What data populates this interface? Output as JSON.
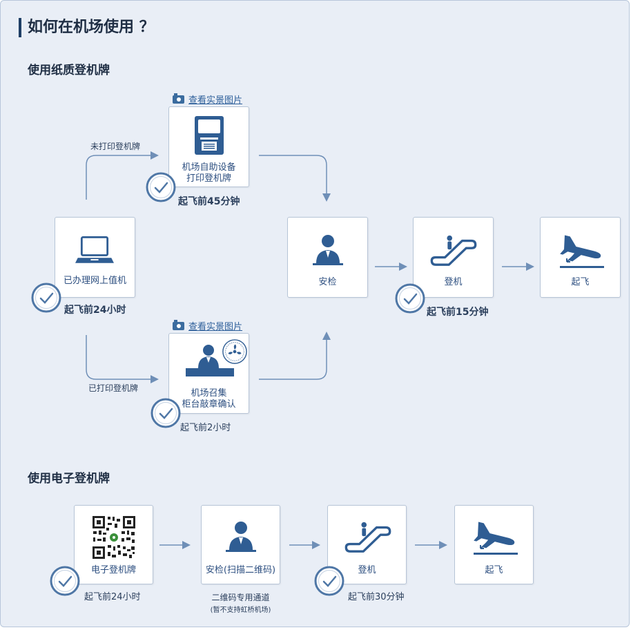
{
  "page_title": "如何在机场使用 ？",
  "paper_section": {
    "title": "使用纸质登机牌",
    "start": {
      "label": "已办理网上值机",
      "time": "起飞前24小时"
    },
    "branch_unprinted": {
      "label": "未打印登机牌",
      "photo_link": "查看实景图片",
      "card_line1": "机场自助设备",
      "card_line2": "打印登机牌",
      "time": "起飞前45分钟"
    },
    "branch_printed": {
      "label": "已打印登机牌",
      "photo_link": "查看实景图片",
      "card_line1": "机场召集",
      "card_line2": "柜台敲章确认",
      "time": "起飞前2小时"
    },
    "security": {
      "label": "安检"
    },
    "boarding": {
      "label": "登机",
      "time": "起飞前15分钟"
    },
    "takeoff": {
      "label": "起飞"
    }
  },
  "electronic_section": {
    "title": "使用电子登机牌",
    "pass": {
      "label": "电子登机牌",
      "time": "起飞前24小时"
    },
    "security": {
      "label": "安检(扫描二维码)",
      "note1": "二维码专用通道",
      "note2": "(暂不支持虹桥机场)"
    },
    "boarding": {
      "label": "登机",
      "time": "起飞前30分钟"
    },
    "takeoff": {
      "label": "起飞"
    }
  },
  "colors": {
    "panel_bg": "#e9eef6",
    "accent": "#2d5f9a",
    "line": "#6f8fb7",
    "text_dark": "#1f2e44"
  }
}
